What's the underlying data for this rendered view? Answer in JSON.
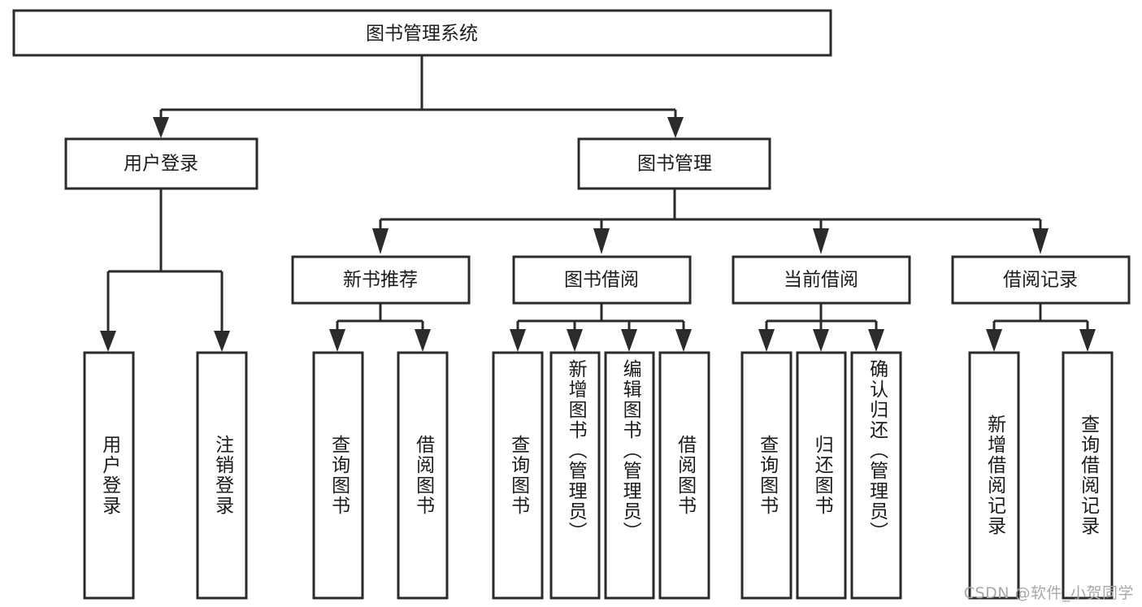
{
  "diagram": {
    "title": "图书管理系统",
    "watermark": "CSDN @软件_小贺同学",
    "colors": {
      "stroke": "#2b2b2b",
      "fill": "#ffffff",
      "text": "#1b1b1b",
      "watermark": "#a8a8a8"
    },
    "levels": {
      "root": {
        "label": "图书管理系统"
      },
      "level2": [
        {
          "label": "用户登录"
        },
        {
          "label": "图书管理"
        }
      ],
      "level3": [
        {
          "label": "新书推荐"
        },
        {
          "label": "图书借阅"
        },
        {
          "label": "当前借阅"
        },
        {
          "label": "借阅记录"
        }
      ],
      "level4": [
        {
          "label": "用户登录",
          "parent": "用户登录"
        },
        {
          "label": "注销登录",
          "parent": "用户登录"
        },
        {
          "label": "查询图书",
          "parent": "新书推荐"
        },
        {
          "label": "借阅图书",
          "parent": "新书推荐"
        },
        {
          "label": "查询图书",
          "parent": "图书借阅"
        },
        {
          "label": "新增图书（管理员）",
          "parent": "图书借阅"
        },
        {
          "label": "编辑图书（管理员）",
          "parent": "图书借阅"
        },
        {
          "label": "借阅图书",
          "parent": "图书借阅"
        },
        {
          "label": "查询图书",
          "parent": "当前借阅"
        },
        {
          "label": "归还图书",
          "parent": "当前借阅"
        },
        {
          "label": "确认归还（管理员）",
          "parent": "当前借阅"
        },
        {
          "label": "新增借阅记录",
          "parent": "借阅记录"
        },
        {
          "label": "查询借阅记录",
          "parent": "借阅记录"
        }
      ]
    }
  }
}
